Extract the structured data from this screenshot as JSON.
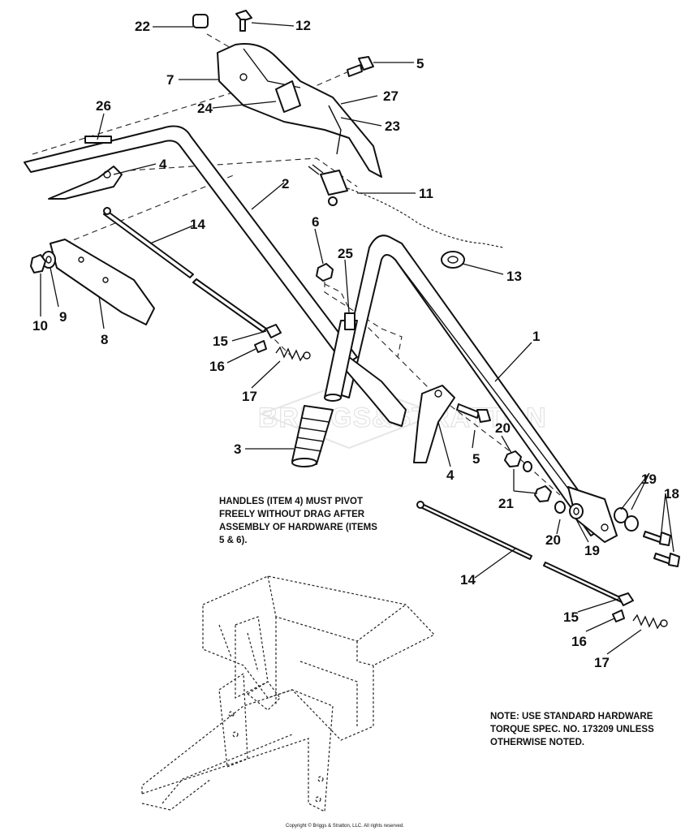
{
  "callouts": {
    "c22": "22",
    "c12": "12",
    "c5a": "5",
    "c7": "7",
    "c24": "24",
    "c27": "27",
    "c23": "23",
    "c26": "26",
    "c4a": "4",
    "c2": "2",
    "c11": "11",
    "c14a": "14",
    "c6": "6",
    "c25": "25",
    "c13": "13",
    "c10": "10",
    "c9": "9",
    "c8": "8",
    "c1": "1",
    "c15a": "15",
    "c16a": "16",
    "c17a": "17",
    "c3": "3",
    "c5b": "5",
    "c4b": "4",
    "c20a": "20",
    "c21": "21",
    "c19a": "19",
    "c18": "18",
    "c20b": "20",
    "c19b": "19",
    "c14b": "14",
    "c15b": "15",
    "c16b": "16",
    "c17b": "17"
  },
  "notes": {
    "handles": [
      "HANDLES (ITEM 4) MUST PIVOT",
      "FREELY WITHOUT DRAG AFTER",
      "ASSEMBLY OF HARDWARE (ITEMS",
      "5 & 6)."
    ],
    "torque": [
      "NOTE: USE STANDARD HARDWARE",
      "TORQUE SPEC. NO. 173209 UNLESS",
      "OTHERWISE NOTED."
    ]
  },
  "watermark": "BRIGGS&STRATTON",
  "copyright": "Copyright © Briggs & Stratton, LLC. All rights reserved."
}
